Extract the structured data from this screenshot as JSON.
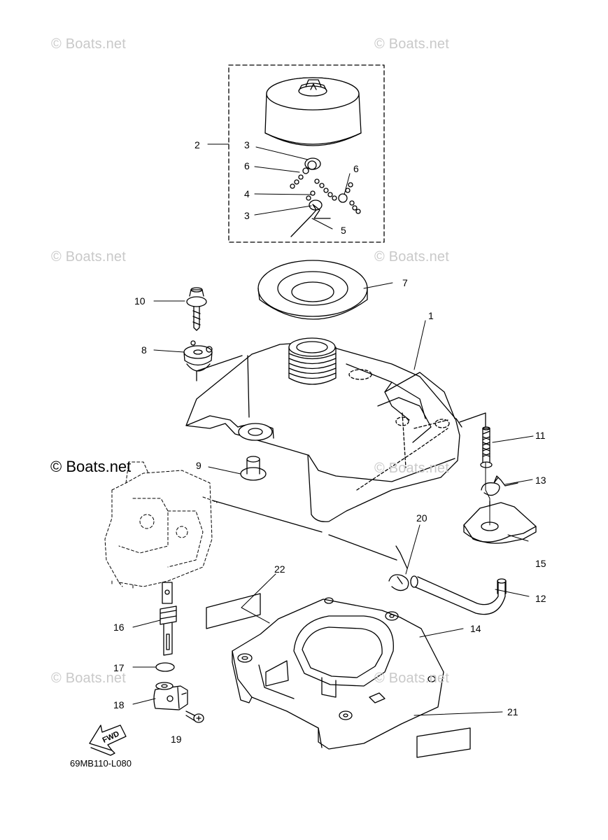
{
  "callouts": {
    "p1": "1",
    "p2": "2",
    "p3a": "3",
    "p3b": "3",
    "p4": "4",
    "p5": "5",
    "p6a": "6",
    "p6b": "6",
    "p7": "7",
    "p8": "8",
    "p9": "9",
    "p10": "10",
    "p11": "11",
    "p12": "12",
    "p13": "13",
    "p14": "14",
    "p15": "15",
    "p16": "16",
    "p17": "17",
    "p18": "18",
    "p19": "19",
    "p20": "20",
    "p21": "21",
    "p22": "22"
  },
  "watermark": {
    "text": "© Boats.net",
    "main_text": "© Boats.net",
    "color": "#c9c9c9"
  },
  "figure_code": "69MB110-L080",
  "fwd_label": "FWD",
  "line_color": "#000000"
}
